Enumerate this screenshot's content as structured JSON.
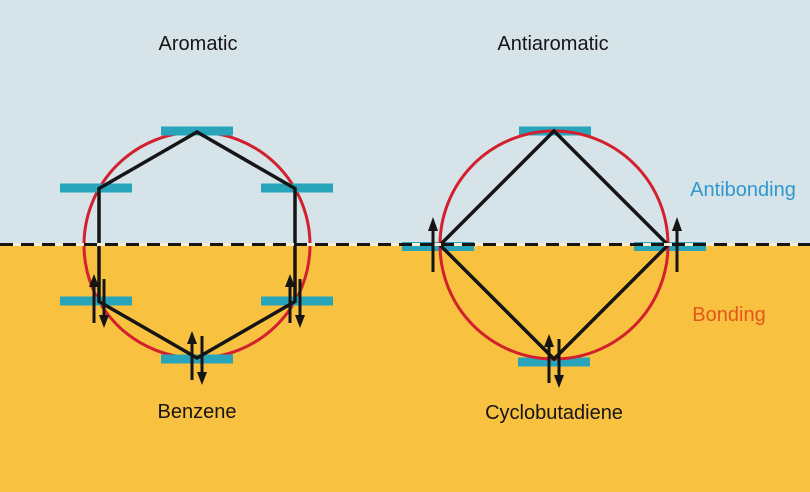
{
  "left_panel": {
    "title": "Aromatic",
    "molecule_label": "Benzene"
  },
  "right_panel": {
    "title": "Antiaromatic",
    "molecule_label": "Cyclobutadiene"
  },
  "region_labels": {
    "antibonding": "Antibonding",
    "bonding": "Bonding"
  },
  "colors": {
    "antibonding_bg": "#d6e3e8",
    "bonding_bg": "#f9c140",
    "orbital_bar": "#28a4bb",
    "frost_circle": "#d2202e",
    "bond_line": "#151515",
    "boundary_dash_dark": "#151515",
    "boundary_dash_light": "#f7eed3",
    "title_text": "#151515",
    "antibonding_text": "#2f99cf",
    "bonding_text": "#e2571c"
  },
  "diagram": {
    "type": "frost-circle-molecular-orbital-energy-diagram",
    "boundary_line": "dashed nonbonding energy level separating antibonding (top) from bonding (bottom)",
    "panels": [
      {
        "title": "Aromatic",
        "molecule": "Benzene",
        "ring_shape": "hexagon inscribed in circle, vertex down",
        "energy_levels": [
          {
            "position": "lowest (bonding)",
            "orbitals": 1,
            "electrons_per_orbital": 2
          },
          {
            "position": "lower middle (bonding)",
            "orbitals": 2,
            "electrons_per_orbital": 2
          },
          {
            "position": "upper middle (antibonding)",
            "orbitals": 2,
            "electrons_per_orbital": 0
          },
          {
            "position": "highest (antibonding)",
            "orbitals": 1,
            "electrons_per_orbital": 0
          }
        ],
        "total_pi_electrons_shown": 6
      },
      {
        "title": "Antiaromatic",
        "molecule": "Cyclobutadiene",
        "ring_shape": "square inscribed in circle, vertex down",
        "energy_levels": [
          {
            "position": "lowest (bonding)",
            "orbitals": 1,
            "electrons_per_orbital": 2
          },
          {
            "position": "middle (nonbonding, on dashed line)",
            "orbitals": 2,
            "electrons_per_orbital": 1
          },
          {
            "position": "highest (antibonding)",
            "orbitals": 1,
            "electrons_per_orbital": 0
          }
        ],
        "total_pi_electrons_shown": 4
      }
    ]
  }
}
